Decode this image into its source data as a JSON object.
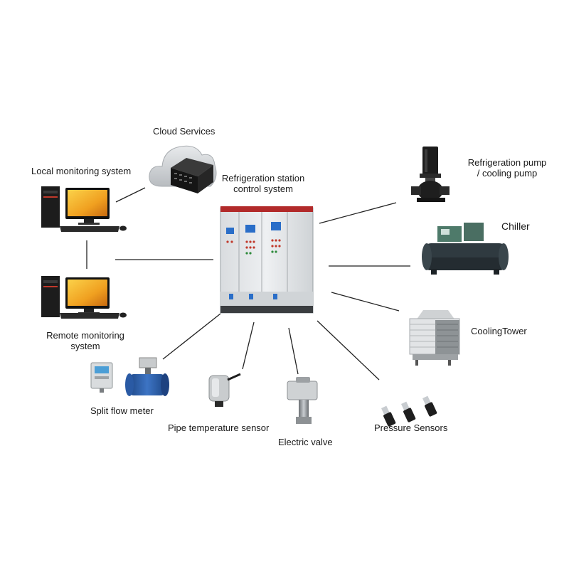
{
  "diagram": {
    "center": {
      "label": "Refrigeration station\ncontrol system",
      "line1": "Refrigeration station",
      "line2": "control system"
    },
    "nodes": {
      "cloud": {
        "label": "Cloud Services",
        "icon": "cloud-server-icon"
      },
      "local": {
        "label": "Local monitoring system",
        "icon": "desktop-computer-icon"
      },
      "remote": {
        "line1": "Remote monitoring",
        "line2": "system",
        "icon": "desktop-computer-icon"
      },
      "flowmeter": {
        "label": "Split flow meter",
        "icon": "flow-meter-icon"
      },
      "pipe_temp": {
        "label": "Pipe temperature sensor",
        "icon": "temperature-sensor-icon"
      },
      "valve": {
        "label": "Electric valve",
        "icon": "electric-valve-icon"
      },
      "pressure": {
        "label": "Pressure Sensors",
        "icon": "pressure-sensor-icon"
      },
      "pump": {
        "line1": "Refrigeration pump",
        "line2": "/ cooling pump",
        "icon": "pump-icon"
      },
      "chiller": {
        "label": "Chiller",
        "icon": "chiller-icon"
      },
      "tower": {
        "label": "CoolingTower",
        "icon": "cooling-tower-icon"
      }
    },
    "colors": {
      "line": "#222222",
      "cabinet": "#e4e6e8",
      "cabinet_top": "#b22a2a",
      "monitor": "#f0a020",
      "steel_blue": "#2c5aa0"
    }
  }
}
